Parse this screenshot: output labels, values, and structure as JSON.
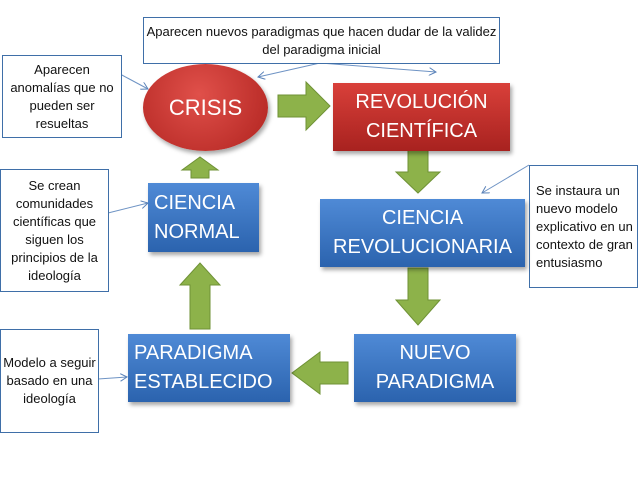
{
  "notes": {
    "top": "Aparecen nuevos paradigmas que hacen dudar de la validez del paradigma inicial",
    "anomalias": "Aparecen anomalías que no pueden ser resueltas",
    "comunidades": "Se crean comunidades científicas que siguen los principios de la ideología",
    "modelo": "Modelo a seguir basado en una ideología",
    "instaura": "Se instaura un nuevo modelo explicativo en un contexto de gran entusiasmo"
  },
  "stages": {
    "crisis": "CRISIS",
    "revolucion": [
      "REVOLUCIÓN",
      "CIENTÍFICA"
    ],
    "ciencia_revolucionaria": [
      "CIENCIA",
      "REVOLUCIONARIA"
    ],
    "nuevo_paradigma": [
      "NUEVO",
      "PARADIGMA"
    ],
    "paradigma_establecido": [
      "PARADIGMA",
      "ESTABLECIDO"
    ],
    "ciencia_normal": [
      "CIENCIA",
      "NORMAL"
    ]
  },
  "colors": {
    "arrow": "#8db24a",
    "blue": "#2b63ae",
    "red": "#c0302c",
    "note_border": "#3f6fa8"
  }
}
